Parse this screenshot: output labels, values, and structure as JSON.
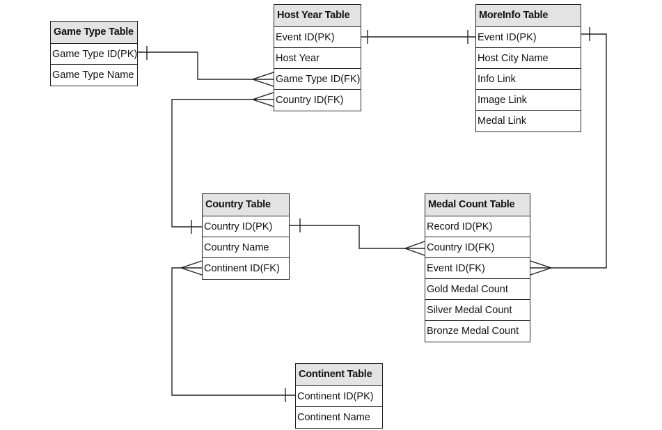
{
  "tables": {
    "game_type": {
      "title": "Game Type Table",
      "fields": [
        "Game Type ID(PK)",
        "Game Type Name"
      ]
    },
    "host_year": {
      "title": "Host Year Table",
      "fields": [
        "Event ID(PK)",
        "Host Year",
        "Game Type ID(FK)",
        "Country ID(FK)"
      ]
    },
    "moreinfo": {
      "title": "MoreInfo Table",
      "fields": [
        "Event ID(PK)",
        "Host City Name",
        "Info Link",
        "Image Link",
        "Medal Link"
      ]
    },
    "country": {
      "title": "Country Table",
      "fields": [
        "Country ID(PK)",
        "Country Name",
        "Continent ID(FK)"
      ]
    },
    "medal_count": {
      "title": "Medal Count Table",
      "fields": [
        "Record ID(PK)",
        "Country ID(FK)",
        "Event ID(FK)",
        "Gold Medal Count",
        "Silver Medal Count",
        "Bronze Medal Count"
      ]
    },
    "continent": {
      "title": "Continent Table",
      "fields": [
        "Continent ID(PK)",
        "Continent Name"
      ]
    }
  },
  "colors": {
    "line": "#222222",
    "header_fill": "#e3e3e3"
  }
}
